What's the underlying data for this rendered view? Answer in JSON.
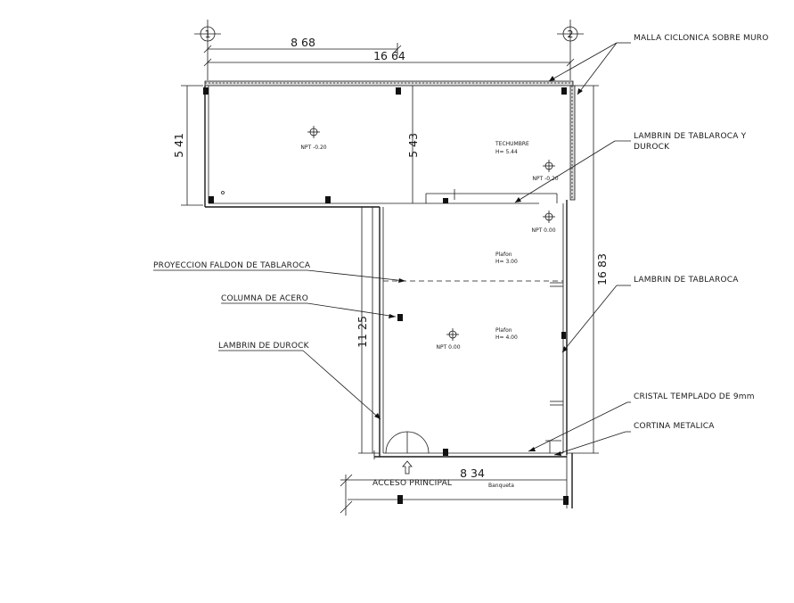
{
  "grid_axes": [
    "1",
    "2"
  ],
  "dimensions": {
    "top_partial": "8 68",
    "top_total": "16 64",
    "left_height": "5 41",
    "inner_height": "5 43",
    "right_height": "16 83",
    "lower_left_height": "11 25",
    "bottom_width": "8 34"
  },
  "rooms": {
    "left_level": "NPT -0.20",
    "roof_title": "TECHUMBRE",
    "roof_height": "H= 5.44",
    "right_level": "NPT -0.20",
    "lower_level_top": "NPT 0.00",
    "ceiling1_title": "Plafon",
    "ceiling1_height": "H= 3.00",
    "ceiling2_title": "Plafon",
    "ceiling2_height": "H= 4.00",
    "center_level": "NPT 0.00",
    "sidewalk": "Banqueta"
  },
  "callouts": {
    "malla": "MALLA CICLONICA SOBRE MURO",
    "lambrin_tab_durock_1": "LAMBRIN DE TABLAROCA Y",
    "lambrin_tab_durock_2": "DUROCK",
    "faldon": "PROYECCION FALDON DE TABLAROCA",
    "columna": "COLUMNA DE ACERO",
    "lambrin_durock": "LAMBRIN DE DUROCK",
    "lambrin_tab": "LAMBRIN DE TABLAROCA",
    "cristal": "CRISTAL TEMPLADO DE 9mm",
    "cortina": "CORTINA METALICA",
    "acceso": "ACCESO PRINCIPAL"
  }
}
